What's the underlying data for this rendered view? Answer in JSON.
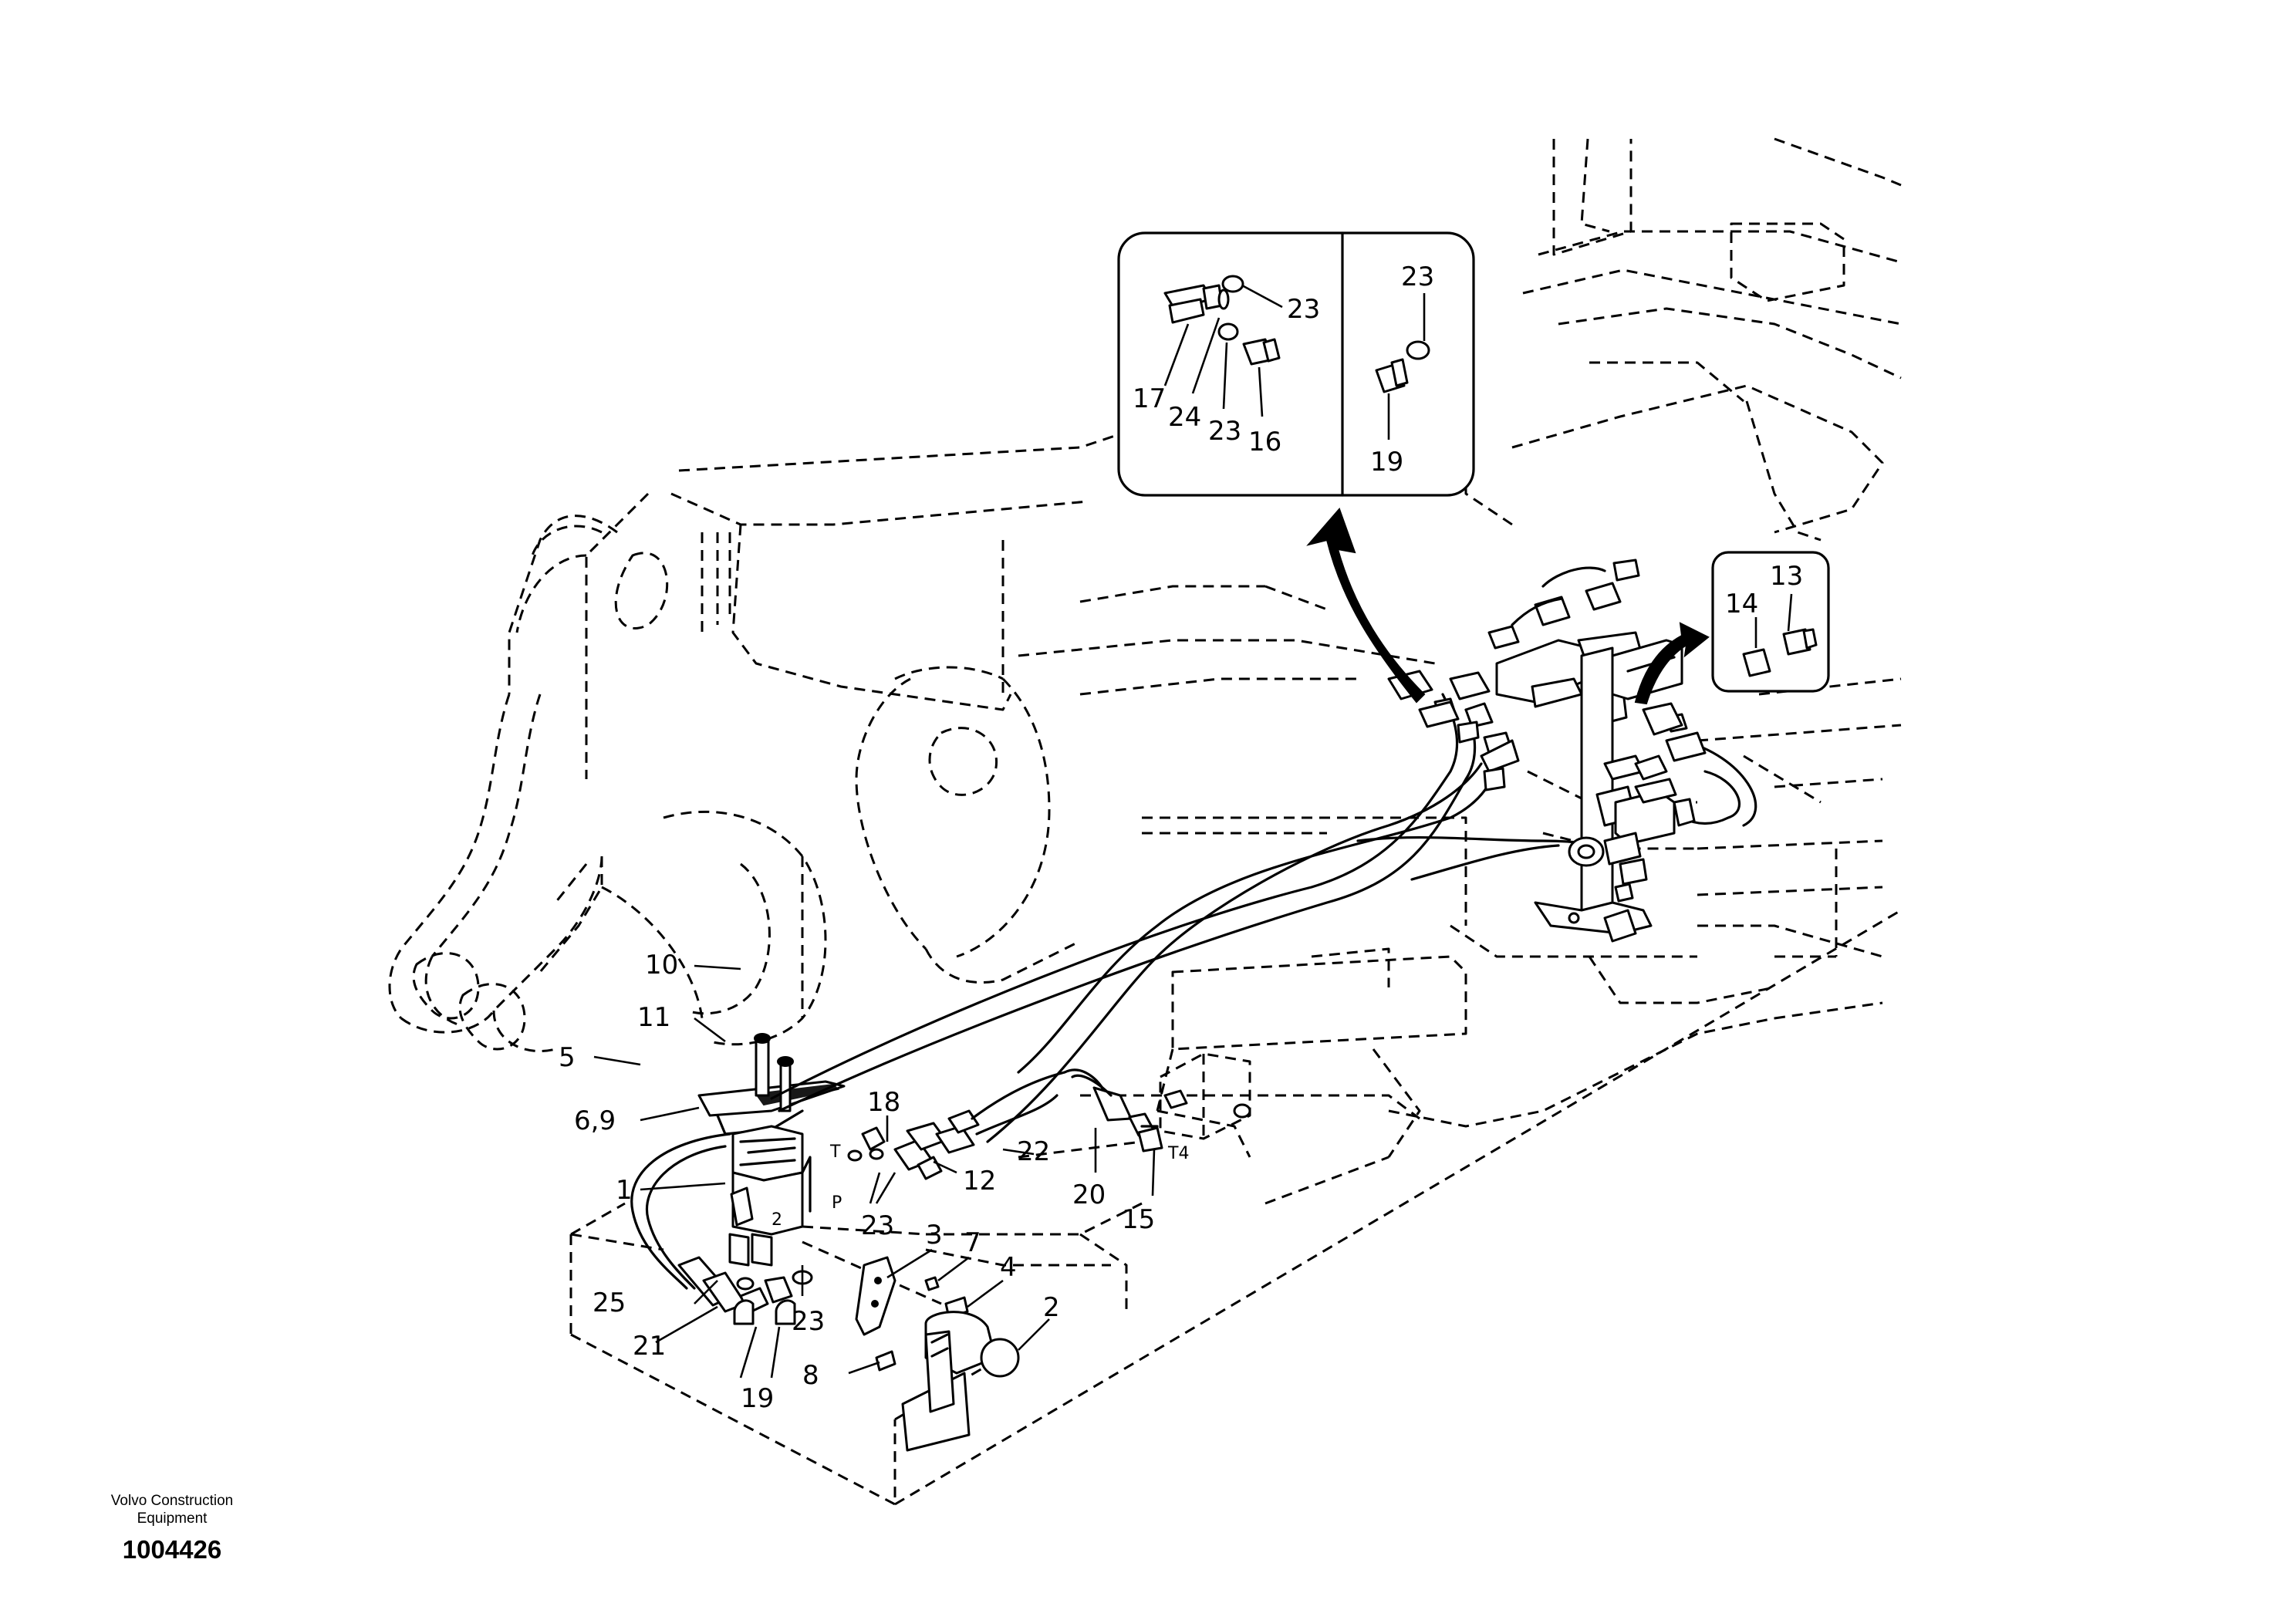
{
  "footer": {
    "company_line1": "Volvo Construction",
    "company_line2": "Equipment",
    "document_number": "1004426"
  },
  "callouts": {
    "c1": "1",
    "c2": "2",
    "c3": "3",
    "c4": "4",
    "c5": "5",
    "c6_9": "6,9",
    "c7": "7",
    "c8": "8",
    "c10": "10",
    "c11": "11",
    "c12": "12",
    "c13": "13",
    "c14": "14",
    "c15": "15",
    "c16": "16",
    "c17": "17",
    "c18": "18",
    "c19": "19",
    "c20": "20",
    "c21": "21",
    "c22": "22",
    "c23": "23",
    "c24": "24",
    "c25": "25"
  },
  "port_labels": {
    "t": "T",
    "p": "P",
    "t4": "T4",
    "two": "2"
  }
}
